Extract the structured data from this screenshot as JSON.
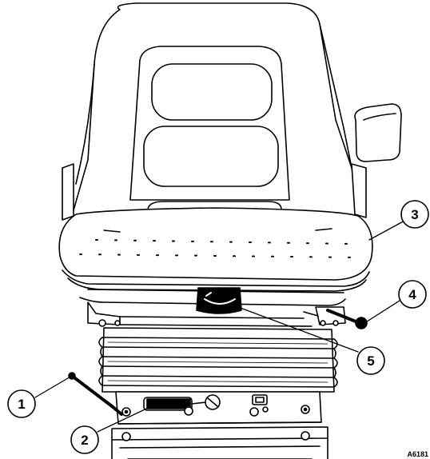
{
  "figure": {
    "id": "A6181"
  },
  "callouts": [
    {
      "label": "1"
    },
    {
      "label": "2"
    },
    {
      "label": "3"
    },
    {
      "label": "4"
    },
    {
      "label": "5"
    }
  ],
  "colors": {
    "ink": "#000000",
    "paper": "#ffffff"
  }
}
